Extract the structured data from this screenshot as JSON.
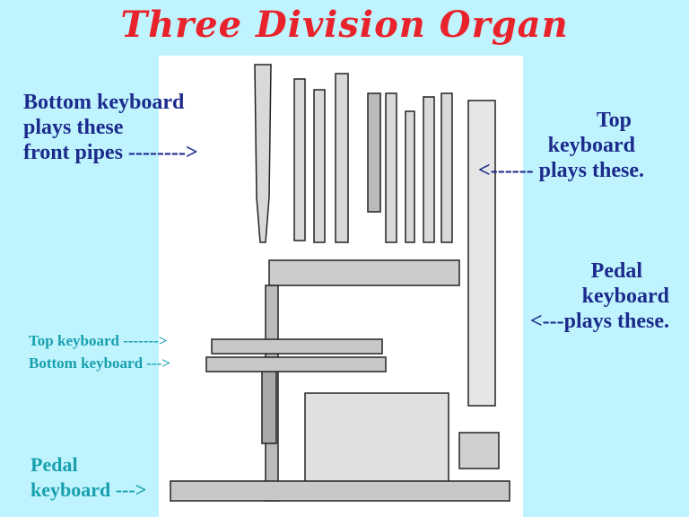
{
  "title": "Three Division Organ",
  "labels": {
    "bottom_keyboard_pipes": [
      "Bottom keyboard",
      "plays these",
      "front pipes  -------->"
    ],
    "top_keyboard_pipes": [
      "Top",
      "keyboard",
      "<------ plays these."
    ],
    "pedal_keyboard_pipes": [
      "Pedal",
      "keyboard",
      "<---plays these."
    ],
    "top_keyboard": "Top keyboard ------->",
    "bottom_keyboard": "Bottom keyboard --->",
    "pedal_keyboard": [
      "Pedal",
      "keyboard --->"
    ]
  },
  "colors": {
    "background": "#bff4ff",
    "title": "#e8232c",
    "label_blue": "#1c2a8c",
    "label_teal": "#18a0ad"
  }
}
